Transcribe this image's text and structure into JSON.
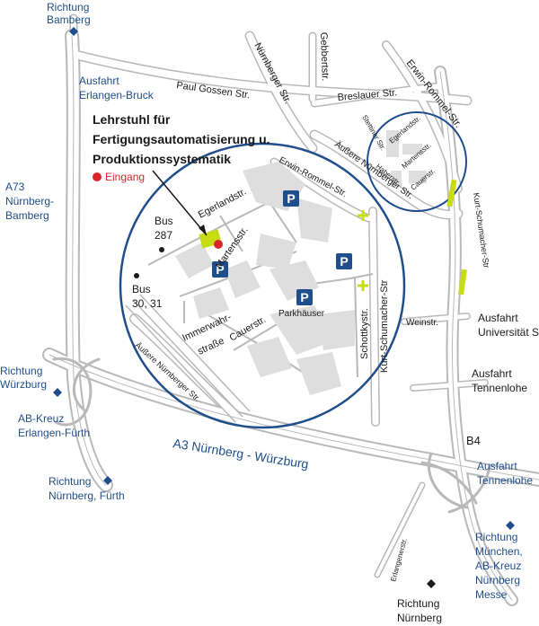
{
  "colors": {
    "road_outline": "#b9b9b9",
    "road_fill": "#ffffff",
    "building": "#dedede",
    "circle_stroke": "#1f4e8c",
    "blue_text": "#1f4e8c",
    "entrance": "#d8262c",
    "highlight": "#c8dc14",
    "parking_bg": "#1f4e8c"
  },
  "title": {
    "line1": "Lehrstuhl für",
    "line2": "Fertigungsautomatisierung u.",
    "line3": "Produktionssystematik",
    "entrance_label": "Eingang"
  },
  "directions": {
    "bamberg": [
      "Richtung",
      "Bamberg"
    ],
    "wuerzburg": [
      "Richtung",
      "Würzburg"
    ],
    "nuernberg_fuerth": [
      "Richtung",
      "Nürnberg, Fürth"
    ],
    "muenchen": [
      "Richtung",
      "München,",
      "AB-Kreuz",
      "Nürnberg",
      "Messe"
    ],
    "nuernberg": [
      "Richtung",
      "Nürnberg"
    ]
  },
  "exits": {
    "erlangen_bruck": [
      "Ausfahrt",
      "Erlangen-Bruck"
    ],
    "universitaet": [
      "Ausfahrt",
      "Universität S"
    ],
    "tennenlohe1": [
      "Ausfahrt",
      "Tennenlohe"
    ],
    "tennenlohe2": [
      "Ausfahrt",
      "Tennenlohe"
    ],
    "a73": [
      "A73",
      "Nürnberg-",
      "Bamberg"
    ],
    "ab_kreuz": [
      "AB-Kreuz",
      "Erlangen-Fürth"
    ]
  },
  "roads": {
    "paul_gossen": "Paul Gossen Str.",
    "nuernberger_top": "Nürnberger Str.",
    "gebbert": "Gebbertstr.",
    "breslauer": "Breslauer Str.",
    "erwin_rommel_top": "Erwin-Rommel-Str.",
    "stettiner": "Stettiner Str.",
    "egerland_small": "Egerlandstr.",
    "martens_small": "Martensstr.",
    "haber": "Haberstr.",
    "cauer_small": "Cauerstr.",
    "aeussere_top": "Äußere Nürnberger Str.",
    "kurt_right": "Kurt-Schumacher-Str",
    "weinstr": "Weinstr.",
    "egerland": "Egerlandstr.",
    "martens": "Martensstr.",
    "erwin_rommel": "Erwin-Rommel-Str.",
    "cauer": "Cauerstr.",
    "immerwahr1": "Immerwahr-",
    "immerwahr2": "straße",
    "schottky": "Schottkystr.",
    "kurt": "Kurt-Schumacher-Str",
    "aeussere": "Äußere Nürnberger Str.",
    "parkhaeuser": "Parkhäuser",
    "bus1": [
      "Bus",
      "287"
    ],
    "bus2": [
      "Bus",
      "30, 31"
    ],
    "a3": "A3 Nürnberg - Würzburg",
    "b4": "B4",
    "erlangener": "Erlangenerstr."
  },
  "parking_label": "P"
}
